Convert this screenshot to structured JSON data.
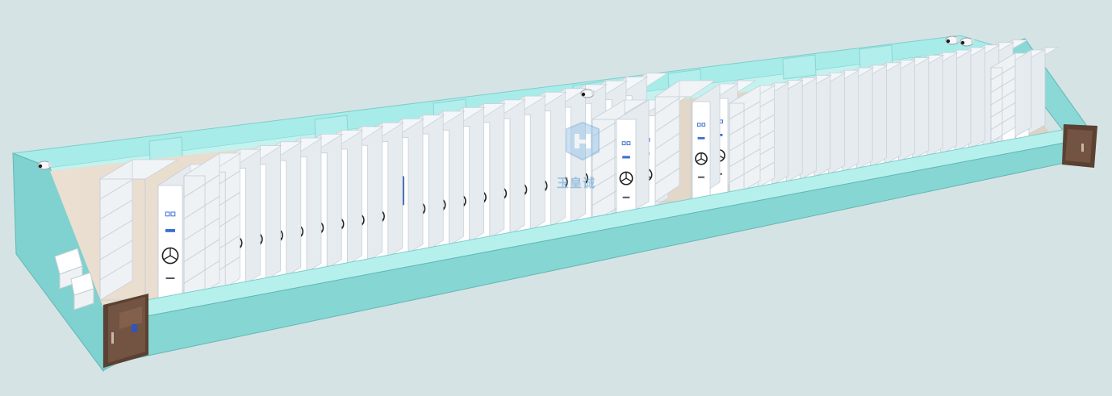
{
  "scene": {
    "background_color": "#d6e3e5",
    "wall_top_color": "#a6ecea",
    "wall_front_color": "#86d6d4",
    "wall_side_color": "#73c5c3",
    "floor_color": "#e7dccd",
    "cabinet_face_color": "#ffffff",
    "cabinet_side_color": "#e6ebef",
    "indicator_color": "#3b6fd1",
    "door_color": "#6f5240"
  },
  "watermark": {
    "text": "玉皇诚",
    "icon": "shield-logo-icon"
  },
  "objects": {
    "security_cameras": 4,
    "doors": 2,
    "control_screens": 2
  }
}
